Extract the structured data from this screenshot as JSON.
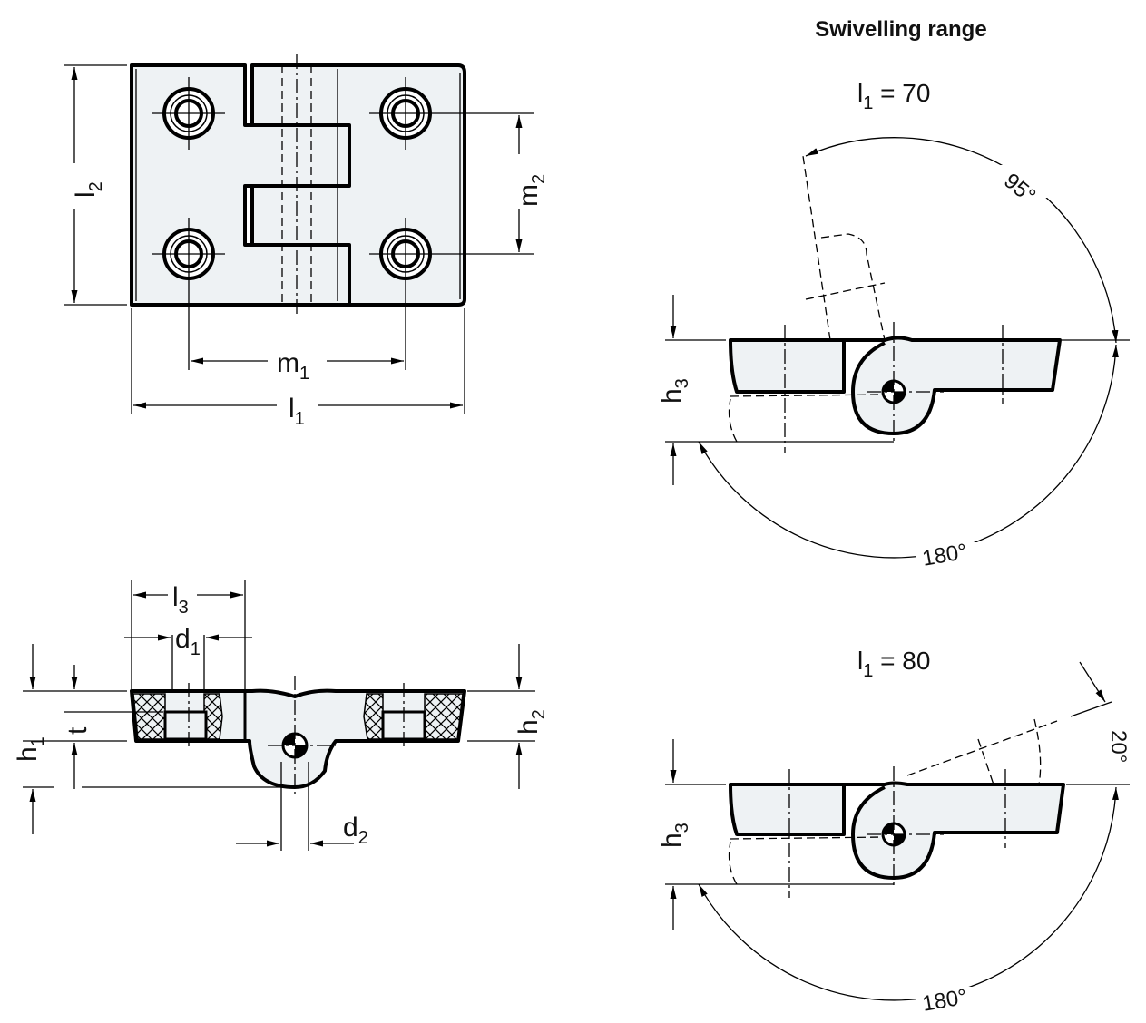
{
  "title": "Swivelling range",
  "captions": {
    "l1_70": {
      "base": "l",
      "sub": "1",
      "rest": " = 70"
    },
    "l1_80": {
      "base": "l",
      "sub": "1",
      "rest": " = 80"
    }
  },
  "angles": {
    "open_70": "95°",
    "back_70": "180°",
    "open_80": "20°",
    "back_80": "180°"
  },
  "dimensions": {
    "l1": {
      "base": "l",
      "sub": "1"
    },
    "l2": {
      "base": "l",
      "sub": "2"
    },
    "l3": {
      "base": "l",
      "sub": "3"
    },
    "m1": {
      "base": "m",
      "sub": "1"
    },
    "m2": {
      "base": "m",
      "sub": "2"
    },
    "d1": {
      "base": "d",
      "sub": "1"
    },
    "d2": {
      "base": "d",
      "sub": "2"
    },
    "h1": {
      "base": "h",
      "sub": "1"
    },
    "h2": {
      "base": "h",
      "sub": "2"
    },
    "h3": {
      "base": "h",
      "sub": "3"
    },
    "t": {
      "base": "t",
      "sub": ""
    }
  },
  "colors": {
    "part_fill": "#eef2f4",
    "line": "#000000"
  }
}
